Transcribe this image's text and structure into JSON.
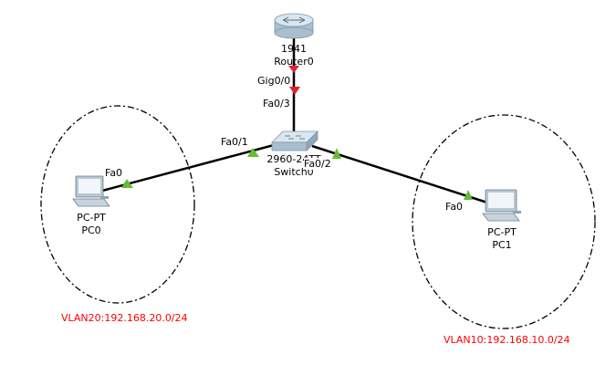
{
  "devices": {
    "router": {
      "model": "1941",
      "name": "Router0"
    },
    "switch": {
      "model": "2960-24TT",
      "name": "Switch0"
    },
    "pc0": {
      "model": "PC-PT",
      "name": "PC0"
    },
    "pc1": {
      "model": "PC-PT",
      "name": "PC1"
    }
  },
  "ports": {
    "router_gig": "Gig0/0",
    "switch_fa03": "Fa0/3",
    "switch_fa01": "Fa0/1",
    "switch_fa02": "Fa0/2",
    "pc0_fa0": "Fa0",
    "pc1_fa0": "Fa0"
  },
  "vlans": {
    "vlan20": "VLAN20:192.168.20.0/24",
    "vlan10": "VLAN10:192.168.10.0/24"
  },
  "link_status_colors": {
    "up": "#66bb33",
    "down": "#dd2233"
  },
  "label_colors": {
    "vlan": "#ff0000"
  }
}
